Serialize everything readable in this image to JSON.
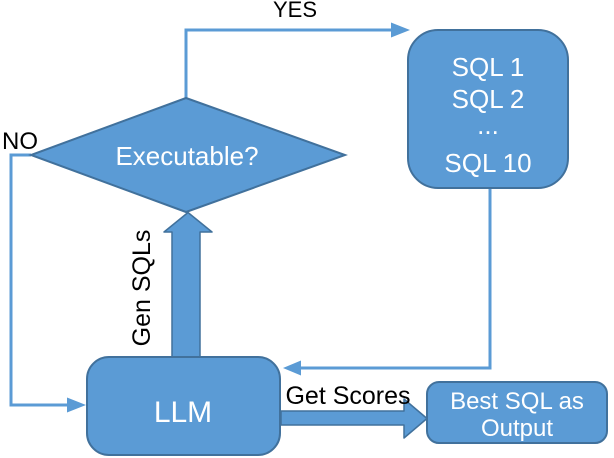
{
  "diagram": {
    "type": "flowchart",
    "description": "LLM SQL generation loop flowchart",
    "colors": {
      "shape_fill": "#5B9BD5",
      "shape_border": "#41719C",
      "connector": "#5B9BD5",
      "shape_text": "#FFFFFF",
      "label_text": "#000000",
      "background": "#FFFFFF"
    },
    "nodes": {
      "decision": {
        "label": "Executable?"
      },
      "sql_list": {
        "lines": [
          "SQL 1",
          "SQL 2",
          "...",
          "SQL 10"
        ]
      },
      "llm": {
        "label": "LLM"
      },
      "output": {
        "lines": [
          "Best SQL as",
          "Output"
        ]
      }
    },
    "edges": {
      "yes": {
        "label": "YES"
      },
      "no": {
        "label": "NO"
      },
      "gen_sqls": {
        "label": "Gen SQLs"
      },
      "get_scores": {
        "label": "Get Scores"
      }
    }
  }
}
